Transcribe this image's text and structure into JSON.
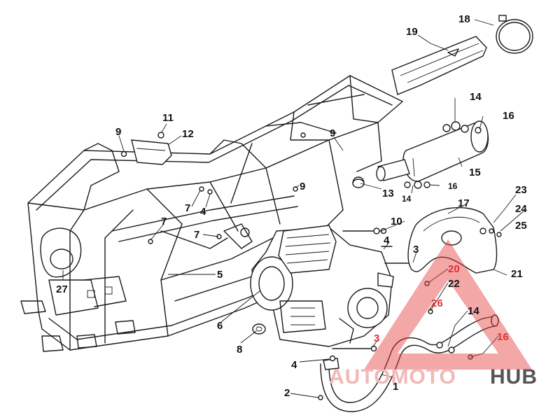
{
  "callouts": [
    {
      "id": "c1",
      "text": "1"
    },
    {
      "id": "c2",
      "text": "2"
    },
    {
      "id": "c3a",
      "text": "3"
    },
    {
      "id": "c3b",
      "text": "3"
    },
    {
      "id": "c4a",
      "text": "4"
    },
    {
      "id": "c4b",
      "text": "4"
    },
    {
      "id": "c4c",
      "text": "4"
    },
    {
      "id": "c5",
      "text": "5"
    },
    {
      "id": "c6",
      "text": "6"
    },
    {
      "id": "c7a",
      "text": "7"
    },
    {
      "id": "c7b",
      "text": "7"
    },
    {
      "id": "c7c",
      "text": "7"
    },
    {
      "id": "c8",
      "text": "8"
    },
    {
      "id": "c9a",
      "text": "9"
    },
    {
      "id": "c9b",
      "text": "9"
    },
    {
      "id": "c9c",
      "text": "9"
    },
    {
      "id": "c10",
      "text": "10"
    },
    {
      "id": "c11",
      "text": "11"
    },
    {
      "id": "c12",
      "text": "12"
    },
    {
      "id": "c13",
      "text": "13"
    },
    {
      "id": "c14a",
      "text": "14"
    },
    {
      "id": "c14b",
      "text": "14"
    },
    {
      "id": "c14c",
      "text": "14"
    },
    {
      "id": "c15",
      "text": "15"
    },
    {
      "id": "c16a",
      "text": "16"
    },
    {
      "id": "c16b",
      "text": "16"
    },
    {
      "id": "c16c",
      "text": "16"
    },
    {
      "id": "c17",
      "text": "17"
    },
    {
      "id": "c18",
      "text": "18"
    },
    {
      "id": "c19",
      "text": "19"
    },
    {
      "id": "c20",
      "text": "20"
    },
    {
      "id": "c21",
      "text": "21"
    },
    {
      "id": "c22",
      "text": "22"
    },
    {
      "id": "c23",
      "text": "23"
    },
    {
      "id": "c24",
      "text": "24"
    },
    {
      "id": "c25",
      "text": "25"
    },
    {
      "id": "c26",
      "text": "26"
    },
    {
      "id": "c27",
      "text": "27"
    }
  ],
  "watermark": {
    "part1": "AUTOMOTO",
    "part2": "HUB",
    "color_primary": "#f2b8b8",
    "color_secondary": "#555555",
    "triangle_color": "#e63c3c"
  },
  "colors": {
    "line": "#1a1a1a",
    "callout_overlay": "#e03030",
    "background": "#ffffff"
  }
}
